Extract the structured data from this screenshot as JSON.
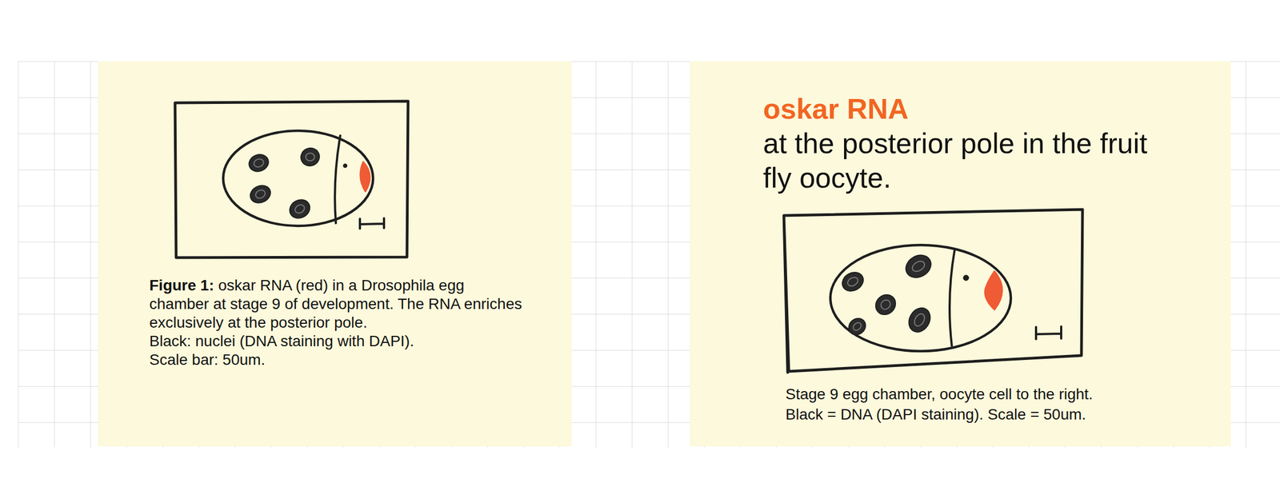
{
  "diagram": {
    "title": "oskar RNA",
    "caption": "oskar RNA (red) in a Drosophila egg chamber at stage 9 of development. The RNA enriches exclusively at the posterior pole.",
    "labels": [
      "Figure 1:",
      "Black: nuclei (DNA staining with DAPI).",
      "Scale bar: 50um.",
      "at the posterior pole in the fruit fly oocyte.",
      "Stage 9 egg chamber, oocyte cell to the right.",
      "Black = DNA (DAPI staining). Scale = 50um."
    ]
  }
}
